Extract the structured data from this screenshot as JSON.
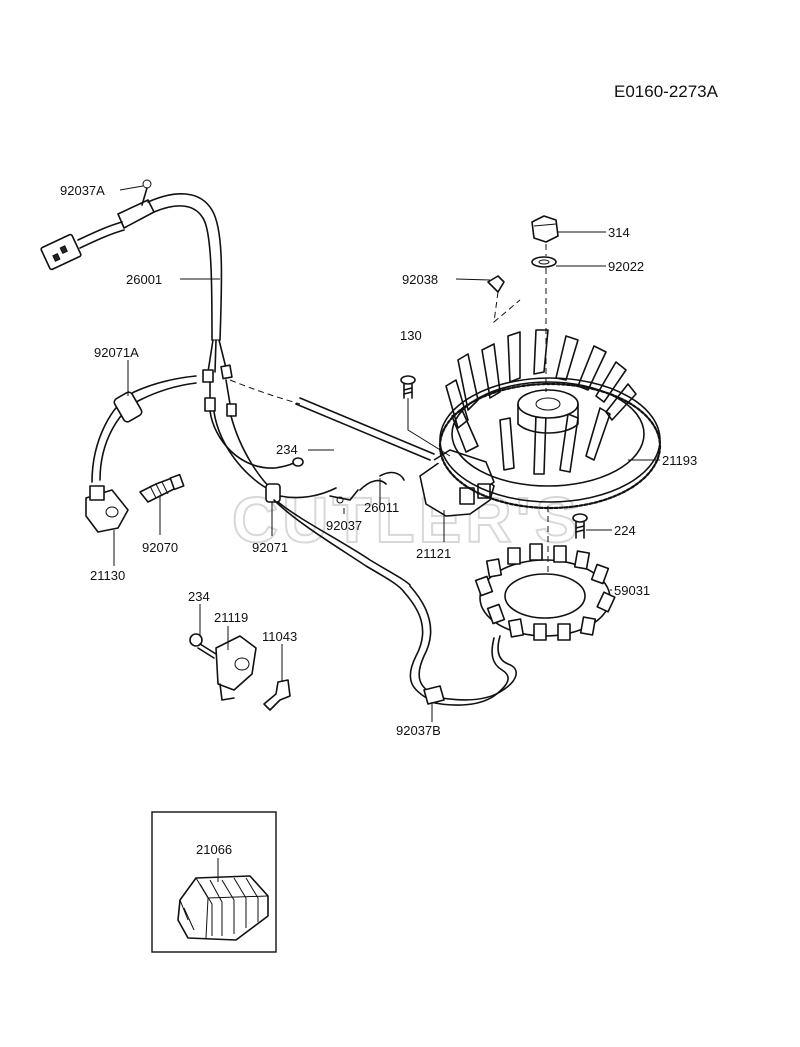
{
  "diagram": {
    "code": "E0160-2273A",
    "watermark": "CUTLER'S",
    "parts": {
      "p92037A": "92037A",
      "p26001": "26001",
      "p92071A": "92071A",
      "p92070": "92070",
      "p21130": "21130",
      "p234a": "234",
      "p92037": "92037",
      "p26011": "26011",
      "p92071": "92071",
      "p21121": "21121",
      "p130": "130",
      "p92038": "92038",
      "p314": "314",
      "p92022": "92022",
      "p21193": "21193",
      "p224": "224",
      "p59031": "59031",
      "p234b": "234",
      "p21119": "21119",
      "p11043": "11043",
      "p92037B": "92037B",
      "p21066": "21066"
    }
  }
}
